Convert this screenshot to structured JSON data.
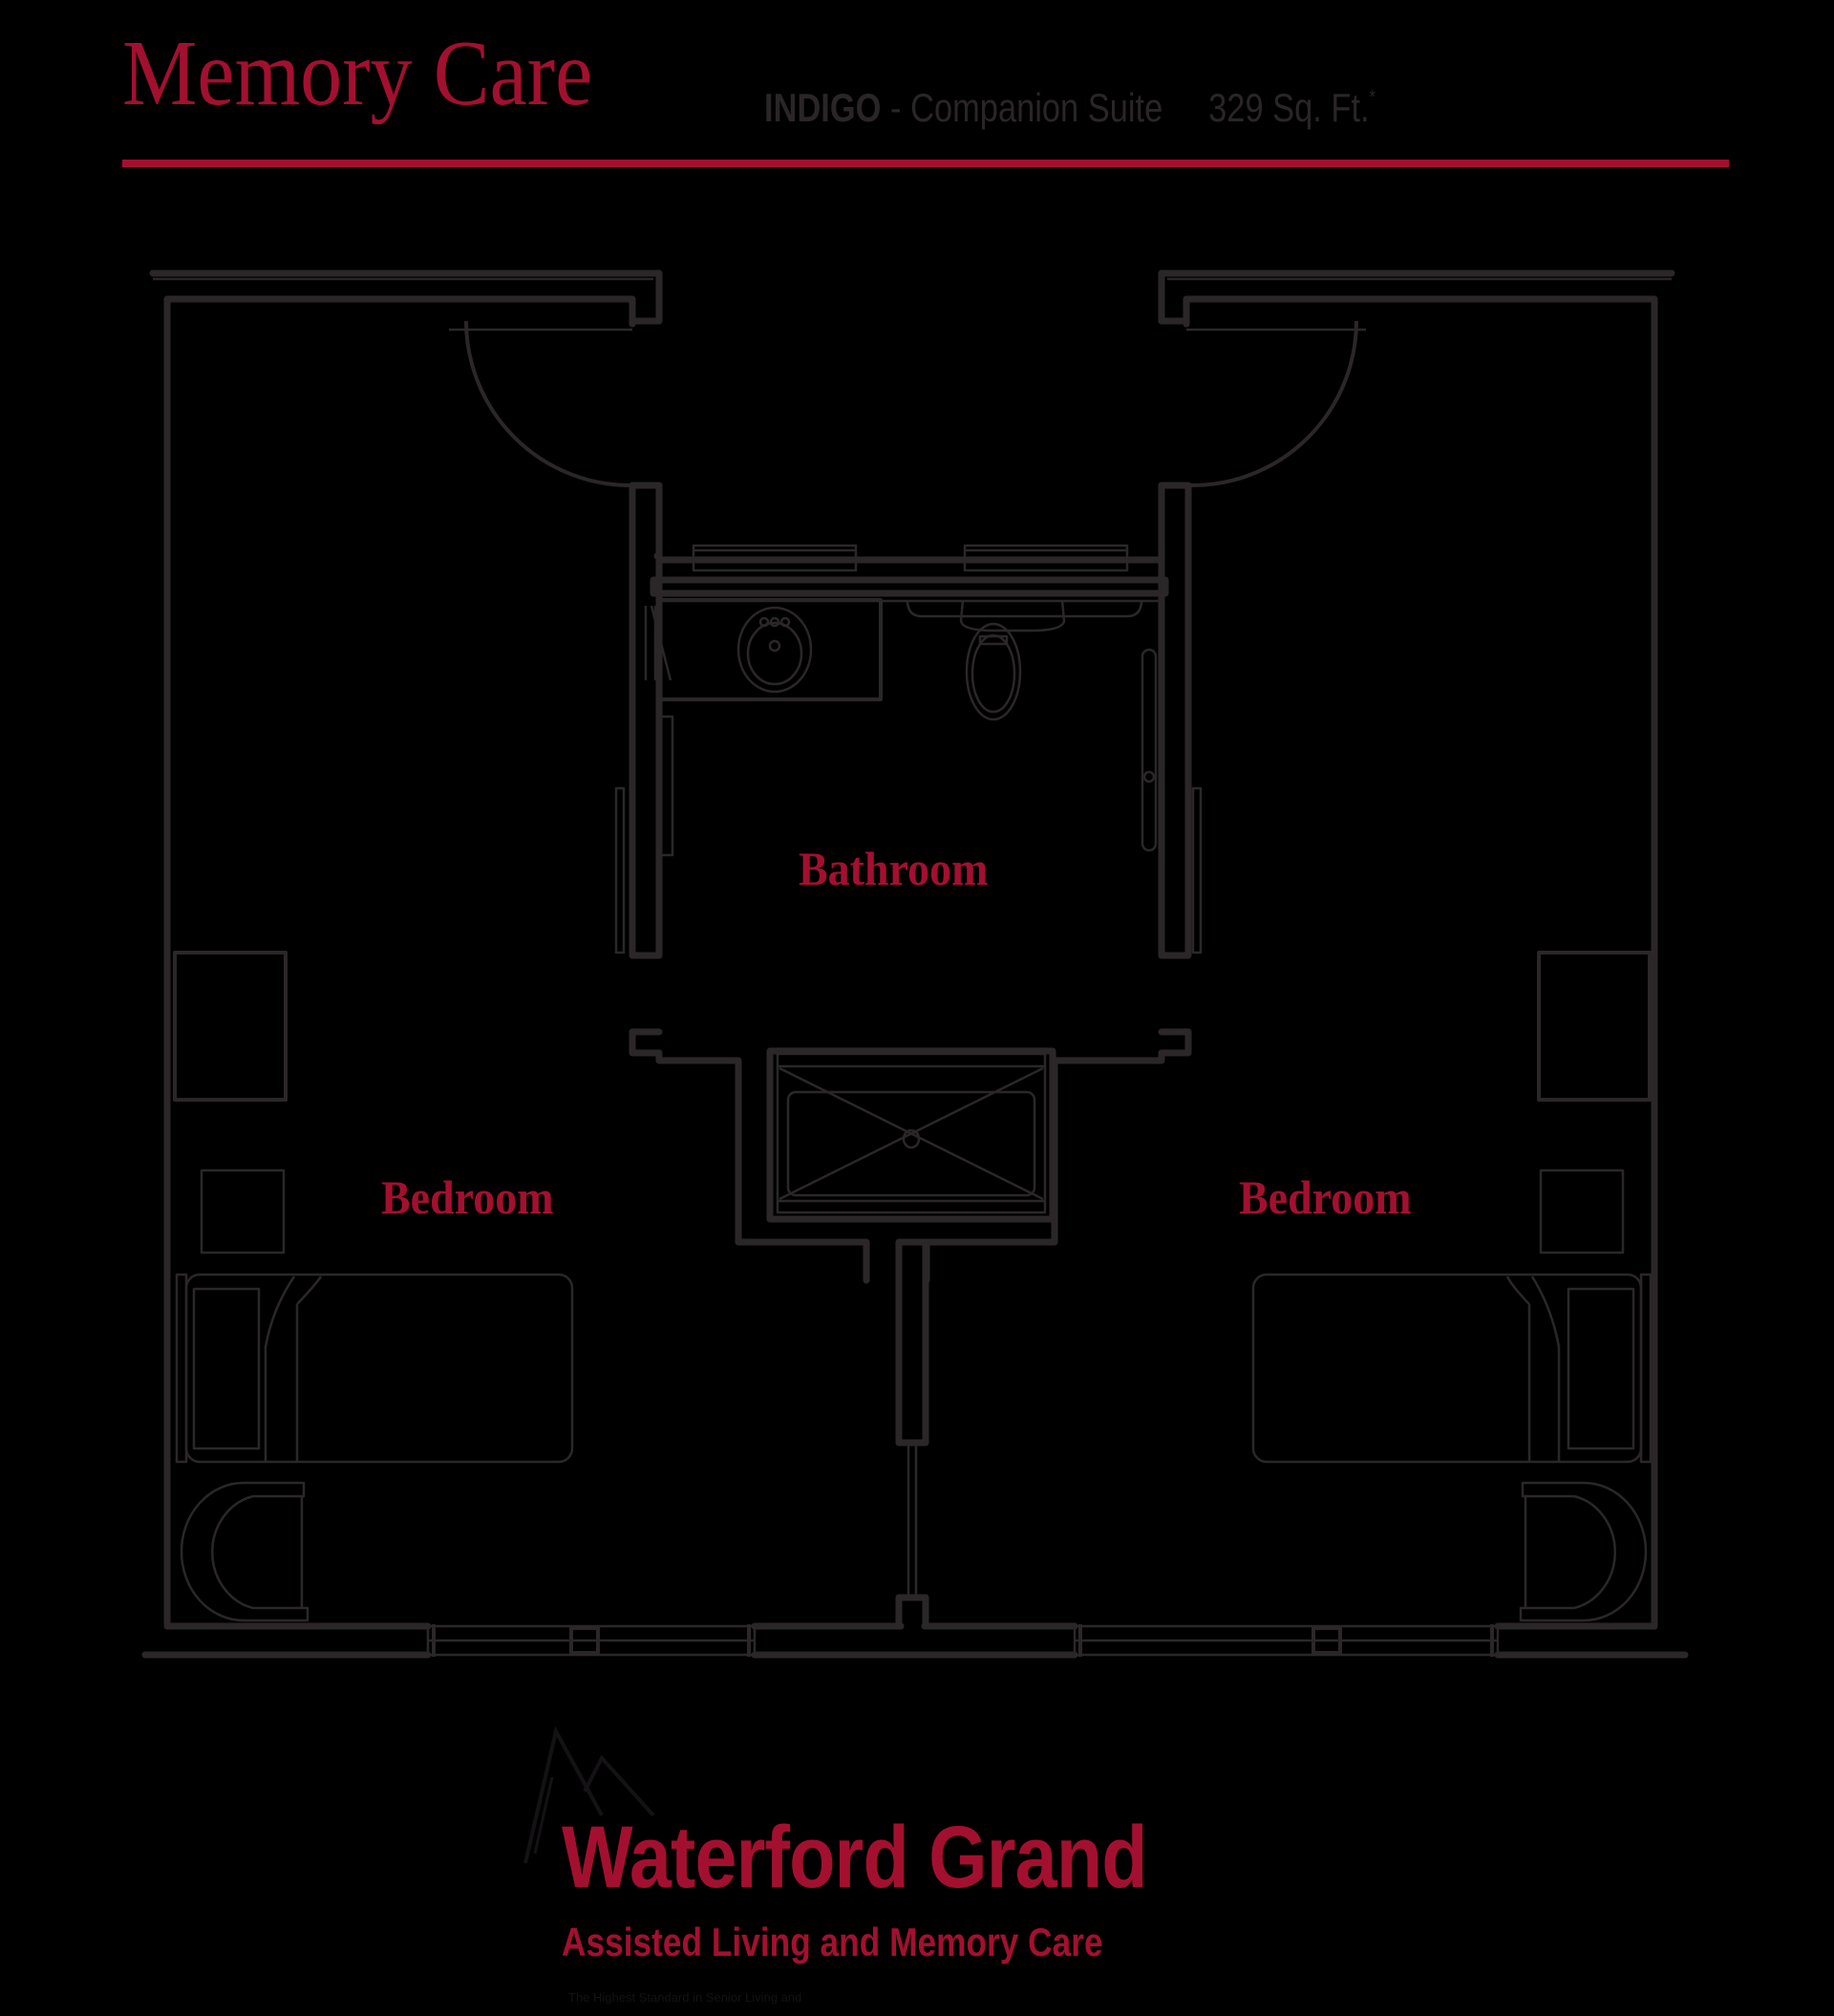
{
  "header": {
    "title": "Memory Care",
    "unit_name": "INDIGO",
    "separator": " - ",
    "unit_type": "Companion Suite",
    "area": "329 Sq. Ft.",
    "area_footnote_mark": "*"
  },
  "floor_plan": {
    "rooms": [
      {
        "id": "bathroom",
        "label": "Bathroom"
      },
      {
        "id": "bedroom-left",
        "label": "Bedroom"
      },
      {
        "id": "bedroom-right",
        "label": "Bedroom"
      }
    ],
    "fixtures": [
      "entry-door-left",
      "entry-door-right",
      "sink-vanity",
      "toilet",
      "grab-bar",
      "shower",
      "bed-left",
      "bed-right",
      "dresser-left",
      "dresser-right",
      "nightstand-left",
      "nightstand-right",
      "armchair-left",
      "armchair-right",
      "window-left",
      "window-right"
    ]
  },
  "colors": {
    "accent": "#a3102f",
    "line": "#2b2729",
    "background": "#000000"
  },
  "footer": {
    "brand_name": "Waterford Grand",
    "brand_tagline": "Assisted Living and Memory Care",
    "fine_print": "The Highest Standard in Senior Living and",
    "logo_icon": "mountain-peaks-icon"
  }
}
